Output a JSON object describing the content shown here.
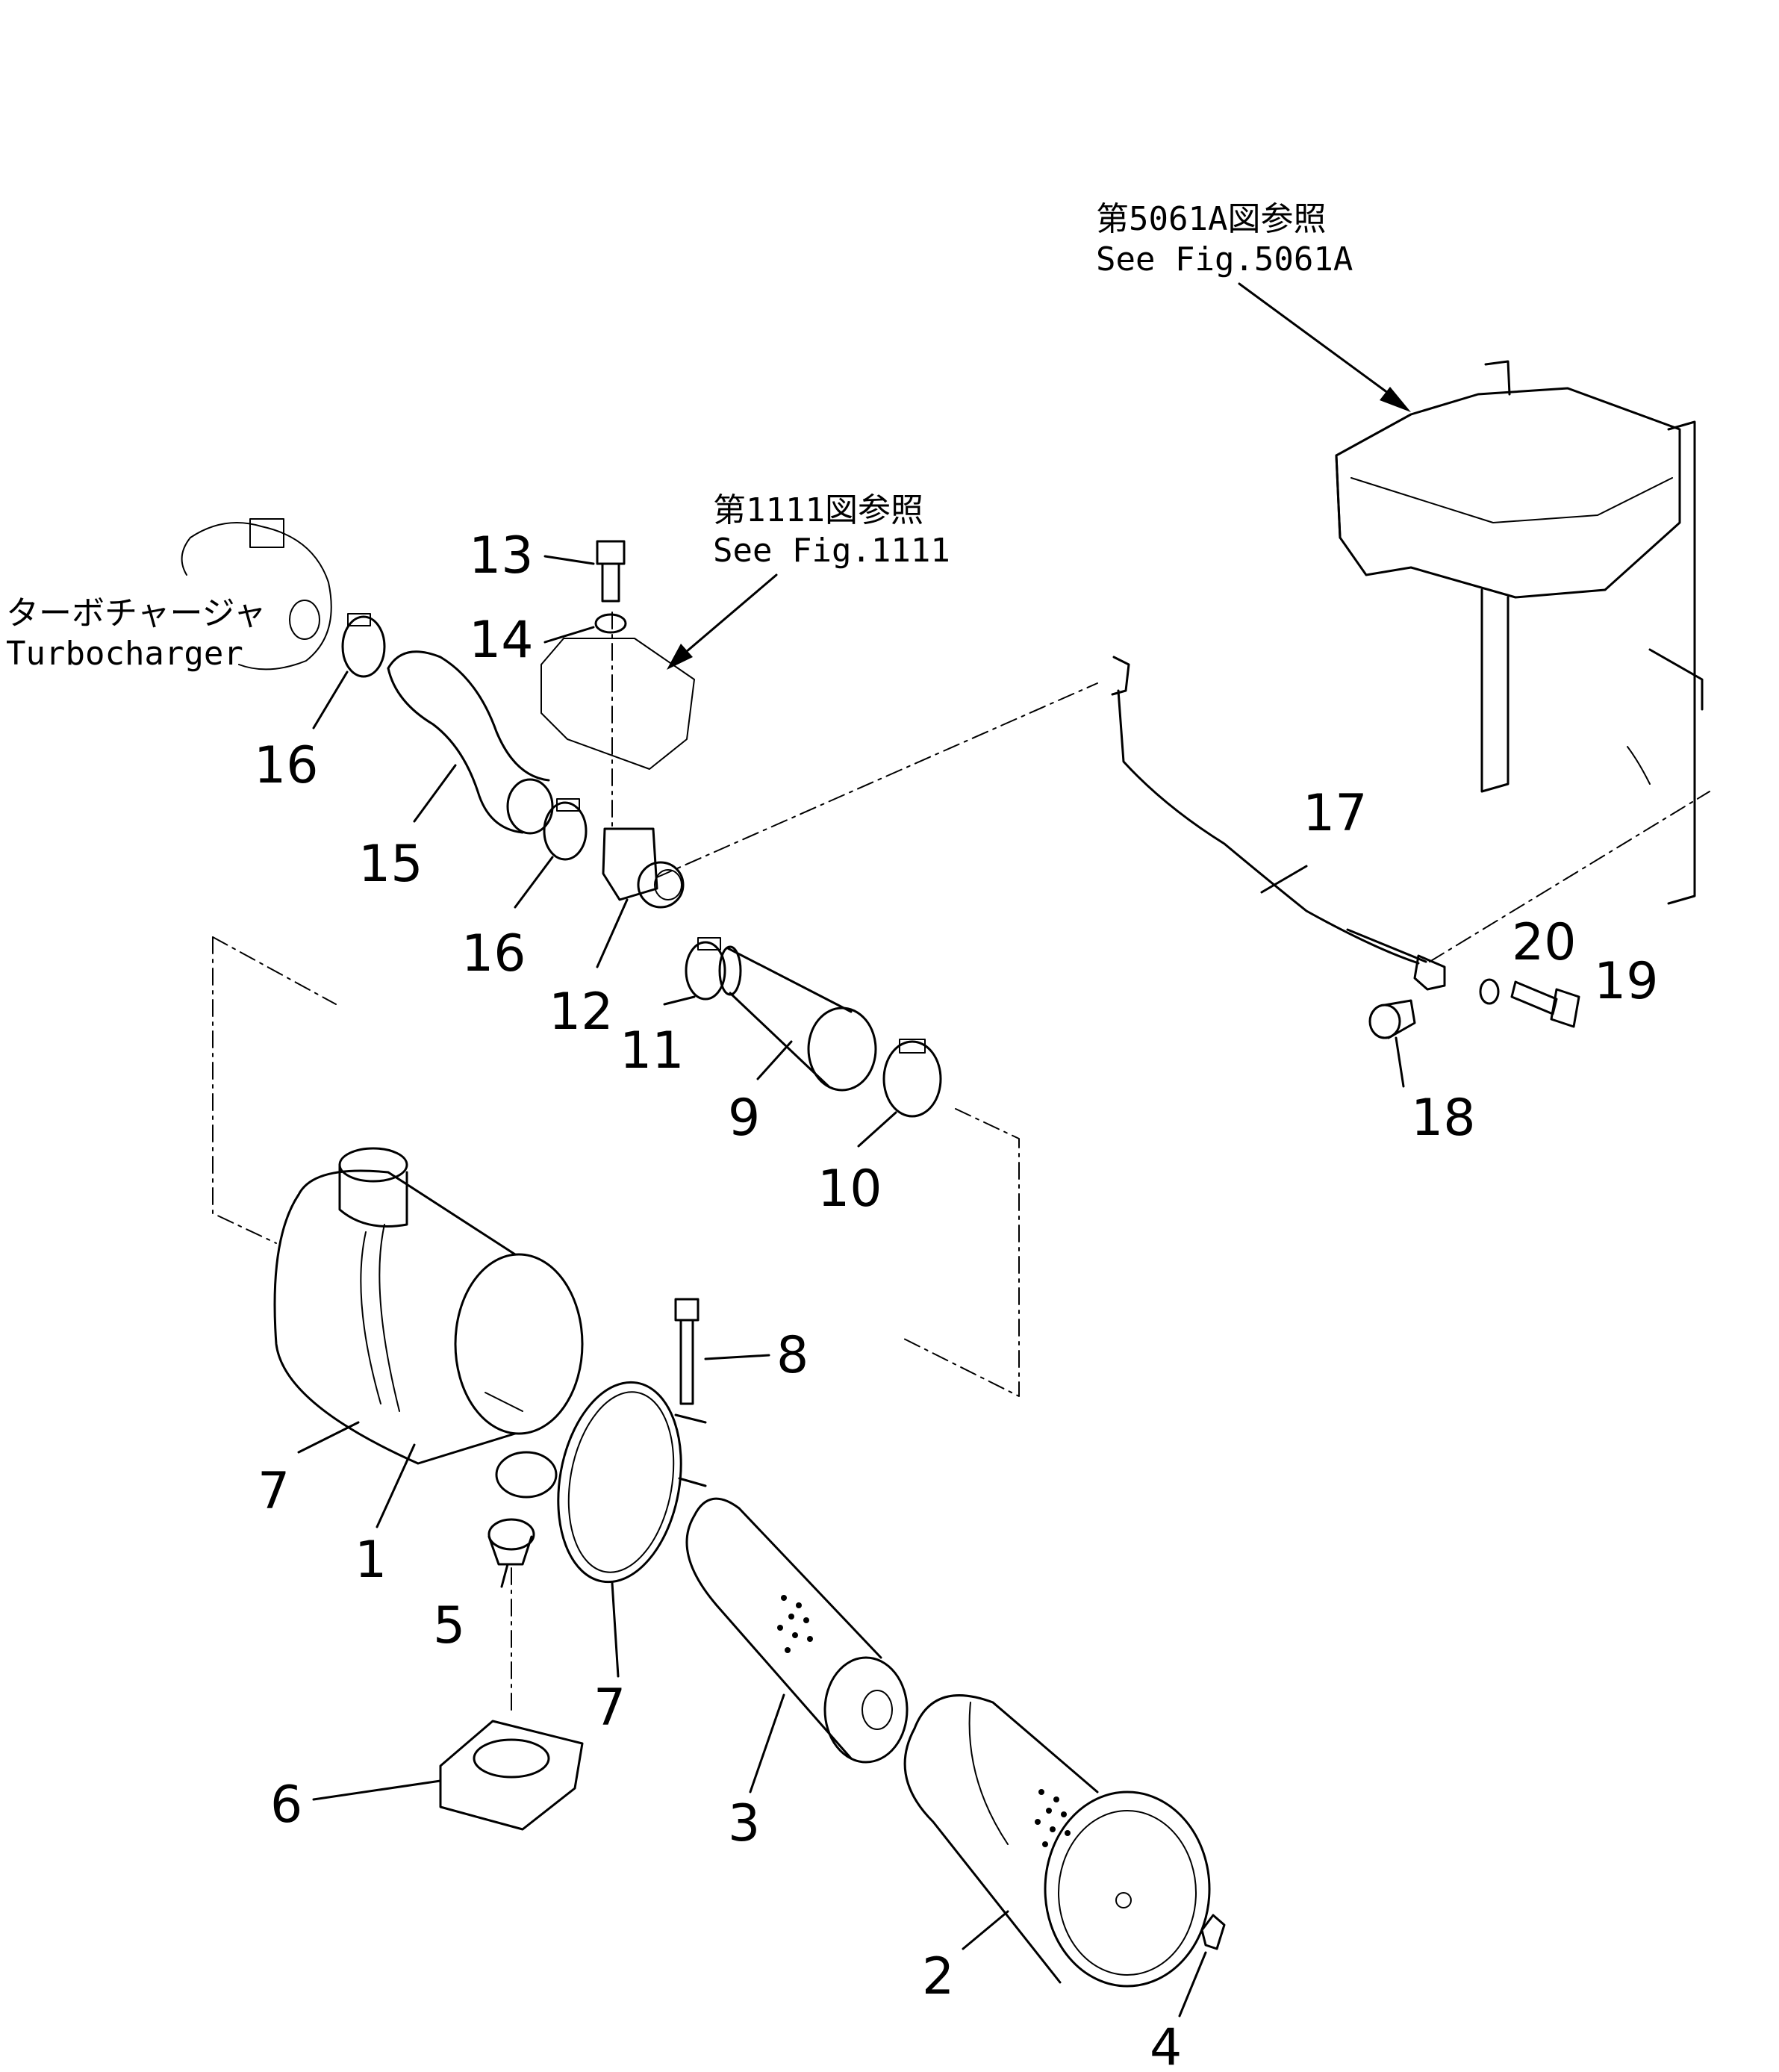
{
  "references": {
    "fig5061a_jp": "第5061A図参照",
    "fig5061a_en": "See Fig.5061A",
    "fig1111_jp": "第1111図参照",
    "fig1111_en": "See Fig.1111",
    "turbo_jp": "ターボチャージャ",
    "turbo_en": "Turbocharger"
  },
  "part_numbers": {
    "p1": "1",
    "p2": "2",
    "p3": "3",
    "p4": "4",
    "p5": "5",
    "p6": "6",
    "p7a": "7",
    "p7b": "7",
    "p8": "8",
    "p9": "9",
    "p10": "10",
    "p11": "11",
    "p12": "12",
    "p13": "13",
    "p14": "14",
    "p15": "15",
    "p16a": "16",
    "p16b": "16",
    "p17": "17",
    "p18": "18",
    "p19": "19",
    "p20": "20"
  }
}
